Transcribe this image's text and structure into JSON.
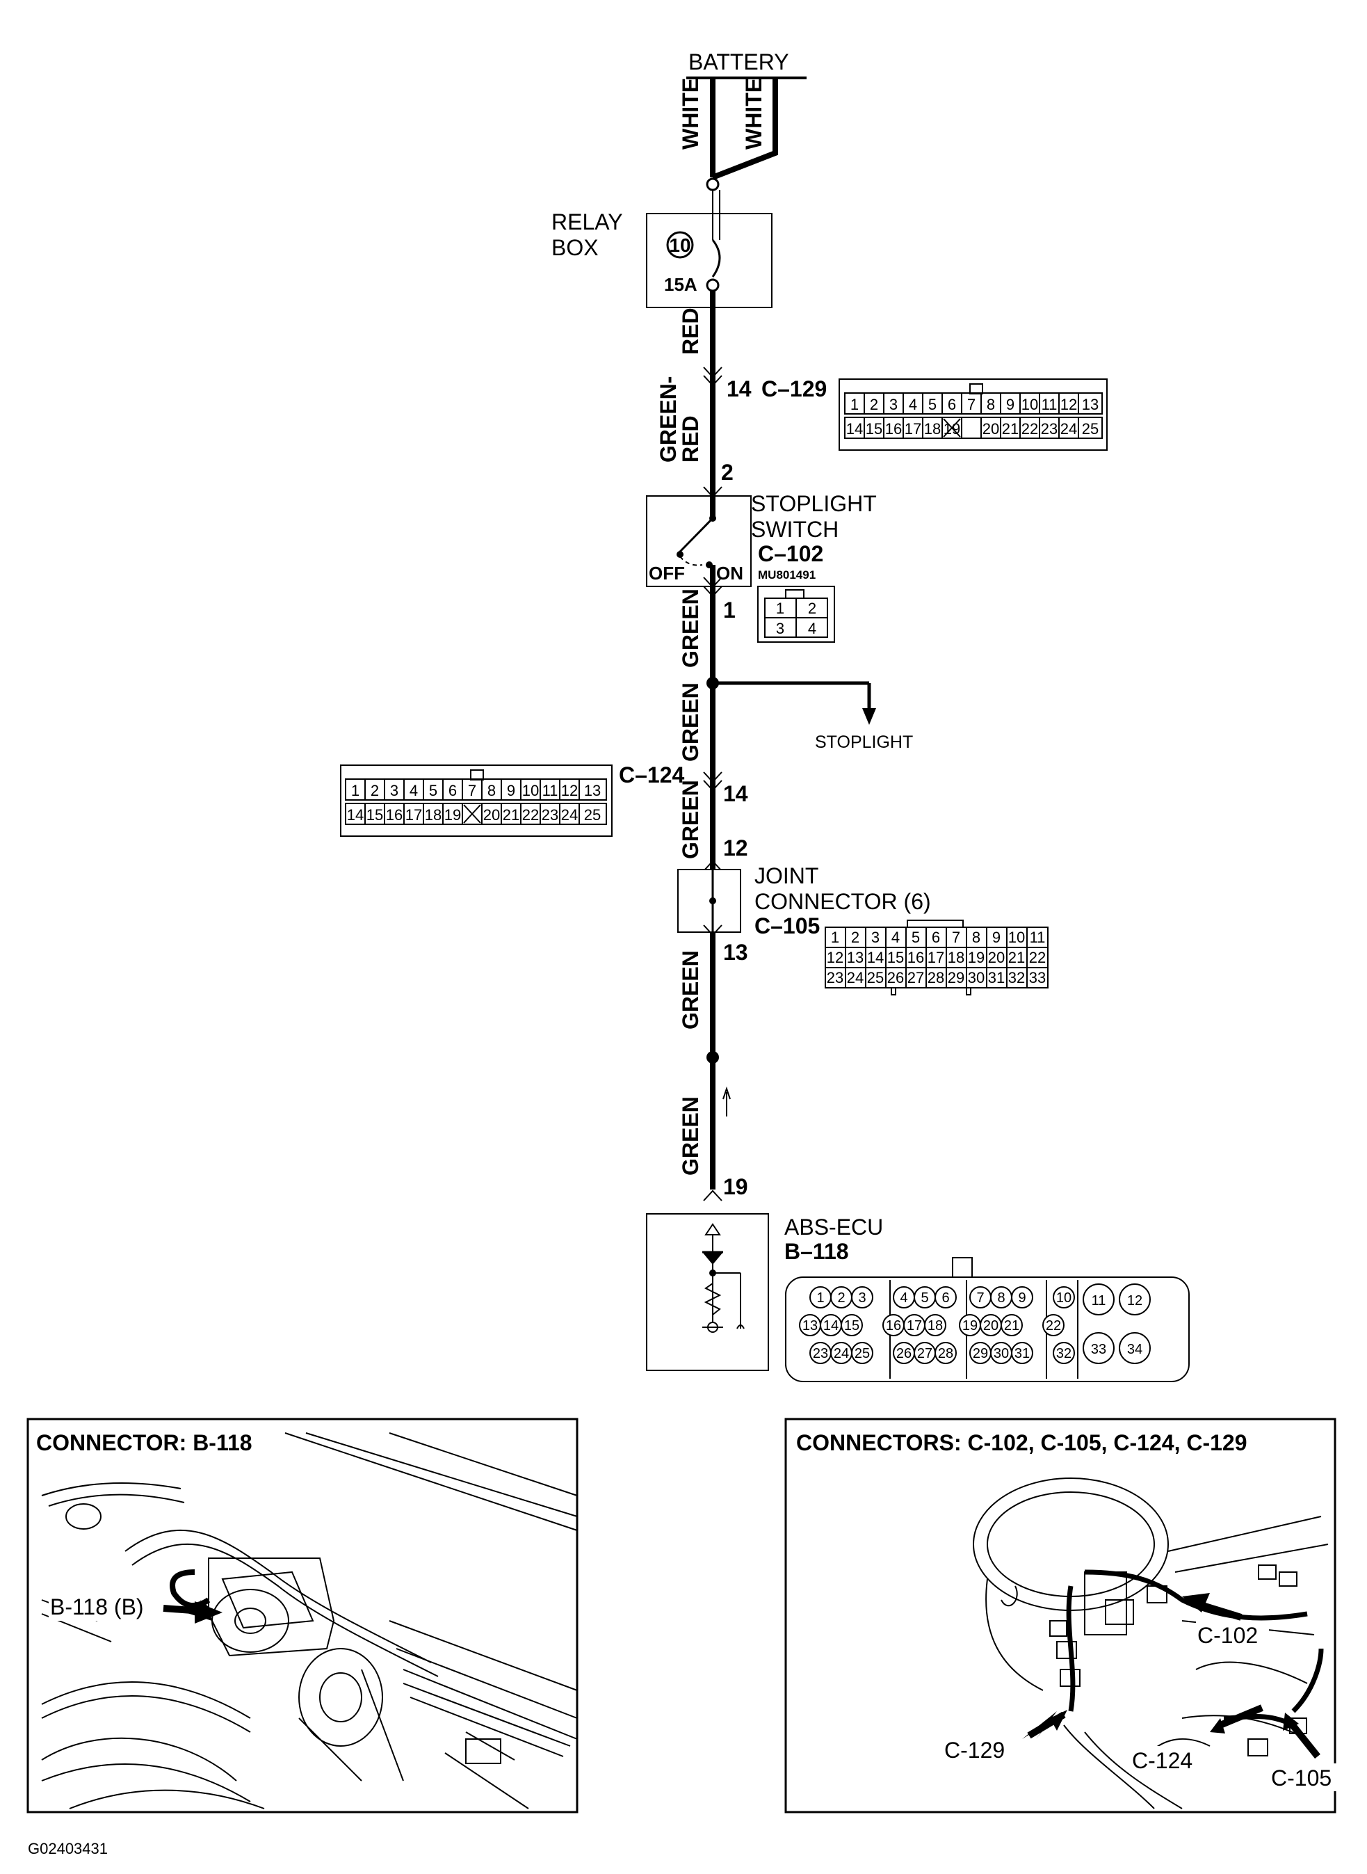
{
  "battery": "BATTERY",
  "wires": {
    "white_a": "WHITE",
    "white_b": "WHITE",
    "red": "RED",
    "green_red_1": "GREEN-",
    "green_red_2": "RED",
    "green_1": "GREEN",
    "green_2": "GREEN",
    "green_3": "GREEN",
    "green_4": "GREEN",
    "green_5": "GREEN"
  },
  "relay_box": {
    "label_1": "RELAY",
    "label_2": "BOX",
    "fuse_number": "10",
    "fuse_rating": "15A"
  },
  "c129": {
    "pin": "14",
    "name": "C–129"
  },
  "stoplight_switch": {
    "pin_in": "2",
    "pin_out": "1",
    "label_1": "STOPLIGHT",
    "label_2": "SWITCH",
    "connector": "C–102",
    "part_no": "MU801491",
    "off": "OFF",
    "on": "ON",
    "pins": [
      "1",
      "2",
      "3",
      "4"
    ]
  },
  "stoplight_branch": "STOPLIGHT",
  "c124": {
    "pin": "14",
    "name": "C–124"
  },
  "joint_connector": {
    "pin_in": "12",
    "pin_out": "13",
    "label_1": "JOINT",
    "label_2": "CONNECTOR (6)",
    "connector": "C–105"
  },
  "abs_ecu": {
    "pin": "19",
    "label": "ABS-ECU",
    "connector": "B–118"
  },
  "panel_left": {
    "title": "CONNECTOR: B-118",
    "callout": "B-118 (B)"
  },
  "panel_right": {
    "title": "CONNECTORS: C-102, C-105, C-124, C-129",
    "callout_c102": "C-102",
    "callout_c129": "C-129",
    "callout_c124": "C-124",
    "callout_c105": "C-105"
  },
  "figure_id": "G02403431"
}
